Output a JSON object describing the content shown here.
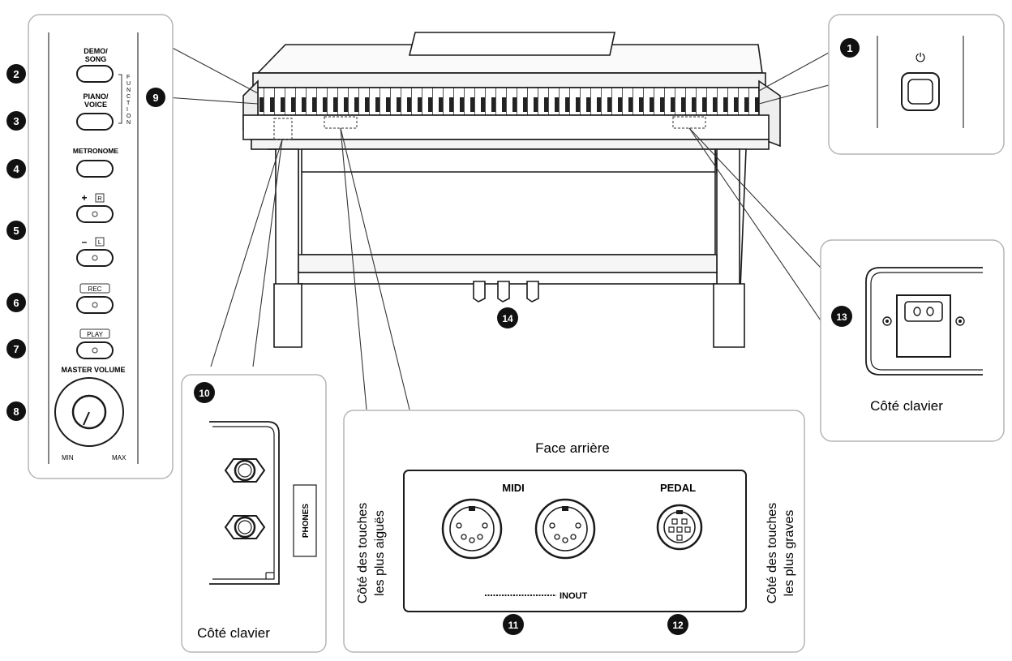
{
  "callouts": [
    "1",
    "2",
    "3",
    "4",
    "5",
    "6",
    "7",
    "8",
    "9",
    "10",
    "11",
    "12",
    "13",
    "14"
  ],
  "control_panel": {
    "demo_song_line1": "DEMO/",
    "demo_song_line2": "SONG",
    "piano_voice_line1": "PIANO/",
    "piano_voice_line2": "VOICE",
    "function_letters": [
      "F",
      "U",
      "N",
      "C",
      "T",
      "I",
      "O",
      "N"
    ],
    "metronome": "METRONOME",
    "plus": "+",
    "minus": "–",
    "r_key": "R",
    "l_key": "L",
    "rec": "REC",
    "play": "PLAY",
    "master_volume": "MASTER VOLUME",
    "min": "MIN",
    "max": "MAX"
  },
  "power_panel": {
    "power_symbol": "⏻"
  },
  "phones_panel": {
    "phones": "PHONES",
    "caption": "Côté clavier"
  },
  "rear_panel": {
    "title": "Face arrière",
    "left_side_line1": "Côté des touches",
    "left_side_line2": "les plus aiguës",
    "right_side_line1": "Côté des touches",
    "right_side_line2": "les plus graves",
    "midi": "MIDI",
    "pedal": "PEDAL",
    "inout": "INOUT"
  },
  "ac_panel": {
    "caption": "Côté clavier"
  },
  "colors": {
    "ink": "#1a1a1a",
    "panel_border": "#b5b5b5",
    "badge": "#111111"
  }
}
